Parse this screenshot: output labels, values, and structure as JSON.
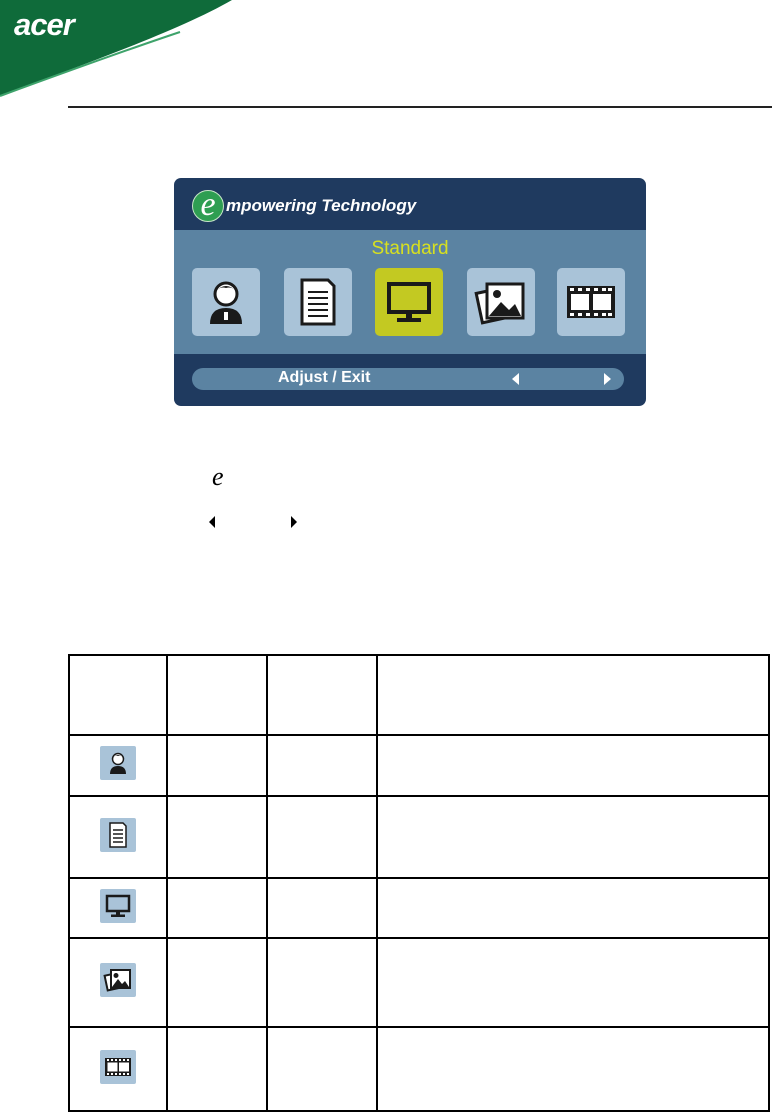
{
  "brand": {
    "logo_text": "acer",
    "colors": {
      "swoosh": "#0f6b3a",
      "osd_bg": "#1f3a5f",
      "osd_band": "#5b83a2",
      "tile": "#a9c3d8",
      "selected_tile": "#c3c922",
      "mode_text": "#d7e020"
    }
  },
  "osd": {
    "title": "mpowering Technology",
    "e_glyph": "e",
    "mode": "Standard",
    "modes": [
      {
        "icon": "user-icon",
        "selected": false
      },
      {
        "icon": "document-icon",
        "selected": false
      },
      {
        "icon": "monitor-icon",
        "selected": true
      },
      {
        "icon": "photo-icon",
        "selected": false
      },
      {
        "icon": "film-icon",
        "selected": false
      }
    ],
    "footer_label": "Adjust / Exit"
  },
  "legend": {
    "e_glyph": "e"
  },
  "table": {
    "header": [
      "",
      "",
      "",
      ""
    ],
    "rows": [
      {
        "icon": "user-icon",
        "cells": [
          "",
          "",
          ""
        ]
      },
      {
        "icon": "document-icon",
        "cells": [
          "",
          "",
          ""
        ]
      },
      {
        "icon": "monitor-icon",
        "cells": [
          "",
          "",
          ""
        ]
      },
      {
        "icon": "photo-icon",
        "cells": [
          "",
          "",
          ""
        ]
      },
      {
        "icon": "film-icon",
        "cells": [
          "",
          "",
          ""
        ]
      }
    ]
  }
}
